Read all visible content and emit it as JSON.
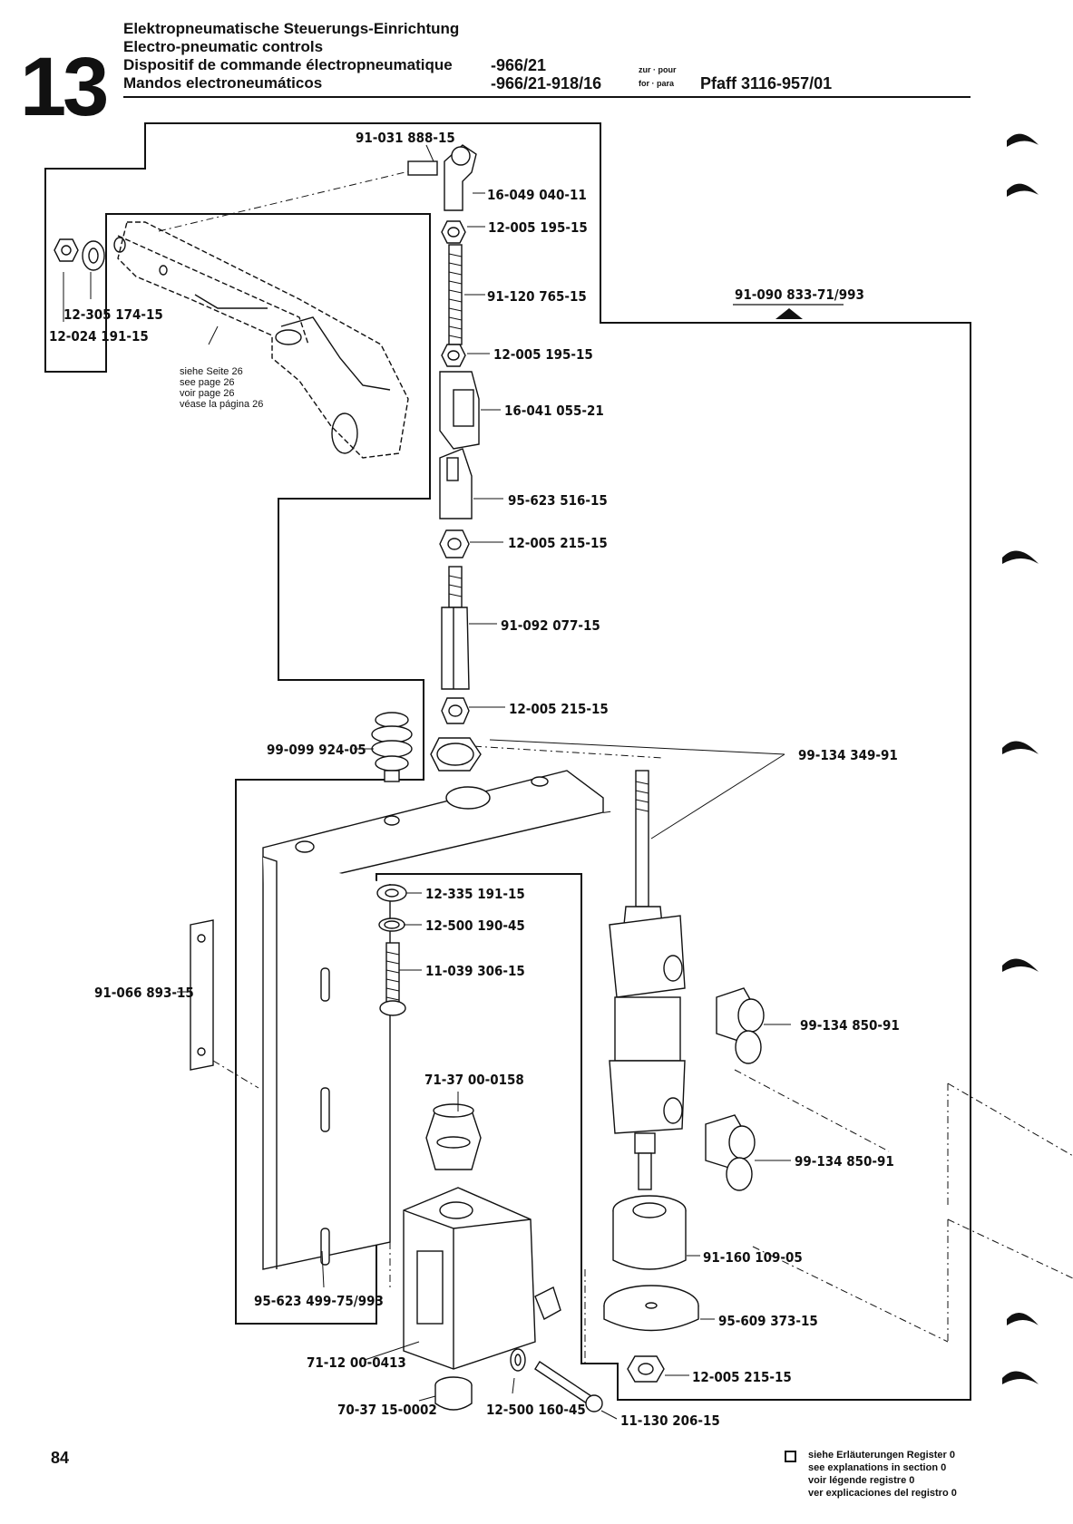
{
  "header": {
    "section_number": "13",
    "title_de": "Elektropneumatische Steuerungs-Einrichtung",
    "title_en": "Electro-pneumatic controls",
    "title_fr": "Dispositif de commande électropneumatique",
    "title_es": "Mandos electroneumáticos",
    "model_code_1": "-966/21",
    "model_code_2": "-966/21-918/16",
    "for_label_1": "zur · pour",
    "for_label_2": "for · para",
    "machine": "Pfaff 3116-957/01"
  },
  "parts": {
    "p_91_031": "91-031 888-15",
    "p_16_049": "16-049 040-11",
    "p_12_005a": "12-005 195-15",
    "p_91_120": "91-120 765-15",
    "p_12_005b": "12-005 195-15",
    "p_16_041": "16-041 055-21",
    "p_95_623a": "95-623 516-15",
    "p_12_005c": "12-005 215-15",
    "p_91_092": "91-092 077-15",
    "p_12_005d": "12-005 215-15",
    "p_99_099": "99-099 924-05",
    "p_99_134a": "99-134 349-91",
    "p_91_090": "91-090 833-71/993",
    "p_12_305": "12-305 174-15",
    "p_12_024": "12-024 191-15",
    "p_12_335": "12-335 191-15",
    "p_12_500a": "12-500 190-45",
    "p_11_039": "11-039 306-15",
    "p_91_066": "91-066 893-15",
    "p_99_134b": "99-134 850-91",
    "p_71_37": "71-37 00-0158",
    "p_99_134c": "99-134 850-91",
    "p_91_160": "91-160 109-05",
    "p_95_623b": "95-623 499-75/993",
    "p_95_609": "95-609 373-15",
    "p_71_12": "71-12 00-0413",
    "p_12_005e": "12-005 215-15",
    "p_70_37": "70-37 15-0002",
    "p_12_500b": "12-500 160-45",
    "p_11_130": "11-130 206-15"
  },
  "see_page": {
    "de": "siehe Seite 26",
    "en": "see page 26",
    "fr": "voir page 26",
    "es": "véase la página 26"
  },
  "footer": {
    "page_number": "84",
    "legend_de": "siehe Erläuterungen Register 0",
    "legend_en": "see explanations in section 0",
    "legend_fr": "voir légende registre 0",
    "legend_es": "ver explicaciones del registro 0"
  }
}
